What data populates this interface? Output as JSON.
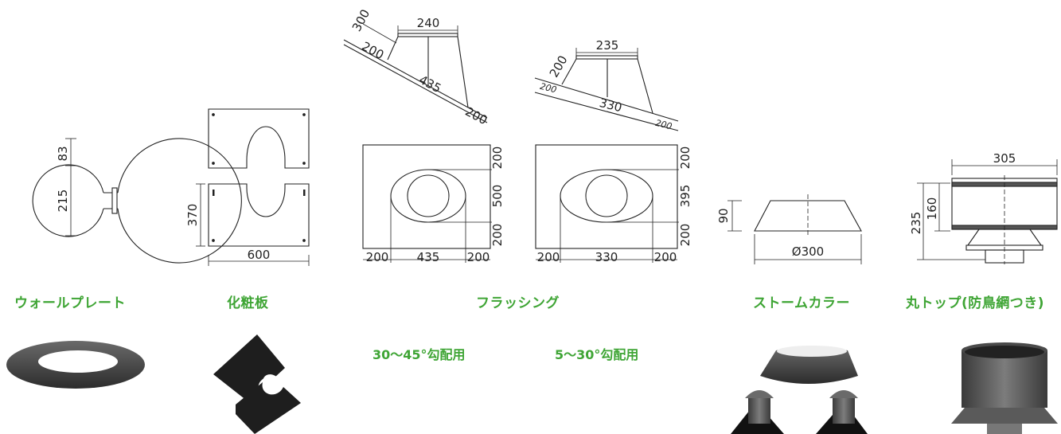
{
  "titles": {
    "wall_plate": "ウォールプレート",
    "decorative_plate": "化粧板",
    "flashing": "フラッシング",
    "storm_collar": "ストームカラー",
    "round_top": "丸トップ(防鳥網つき)"
  },
  "subtitles": {
    "flashing_steep": "30〜45°勾配用",
    "flashing_shallow": "5〜30°勾配用"
  },
  "dims": {
    "wall_plate": {
      "ring": "83",
      "inner": "215"
    },
    "decor": {
      "height": "370",
      "width": "600"
    },
    "flash1_side": {
      "top": "240",
      "slant": "300",
      "left": "200",
      "bottom": "435",
      "right": "200"
    },
    "flash2_side": {
      "top": "235",
      "slant": "200",
      "left": "200",
      "bottom": "330",
      "right": "200"
    },
    "flash1_plan": {
      "right_top": "200",
      "right_mid": "500",
      "right_bot": "200",
      "bot_left": "200",
      "bot_mid": "435",
      "bot_right": "200"
    },
    "flash2_plan": {
      "right_top": "200",
      "right_mid": "395",
      "right_bot": "200",
      "bot_left": "200",
      "bot_mid": "330",
      "bot_right": "200"
    },
    "collar": {
      "height": "90",
      "diameter": "Ø300"
    },
    "top": {
      "width": "305",
      "inner": "160",
      "total": "235"
    }
  }
}
